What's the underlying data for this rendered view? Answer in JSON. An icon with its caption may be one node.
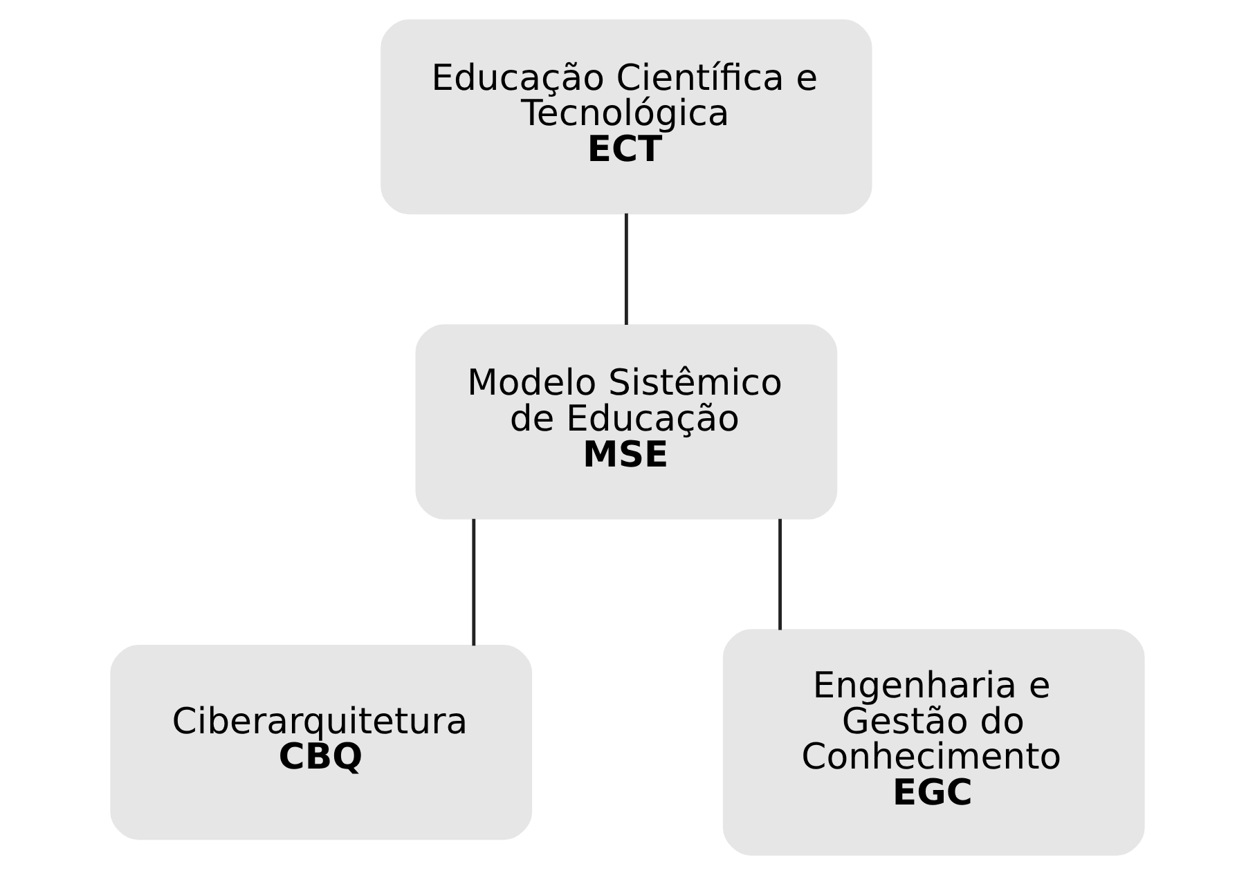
{
  "diagram": {
    "nodes": [
      {
        "text": [
          "Educação Científica e Tecnológica",
          "ECT"
        ]
      },
      {
        "text": [
          "Modelo Sistêmico de Educação",
          "MSE"
        ]
      },
      {
        "text": [
          "Ciberarquitetura",
          "CBQ"
        ]
      },
      {
        "text": [
          "Engenharia e Gestão do Conhecimento",
          "EGC"
        ]
      }
    ],
    "edges": [
      {
        "from": 0,
        "to": 1,
        "arrow": "none"
      },
      {
        "from": 1,
        "to": 2,
        "arrow": "none"
      },
      {
        "from": 1,
        "to": 3,
        "arrow": "none"
      }
    ]
  }
}
